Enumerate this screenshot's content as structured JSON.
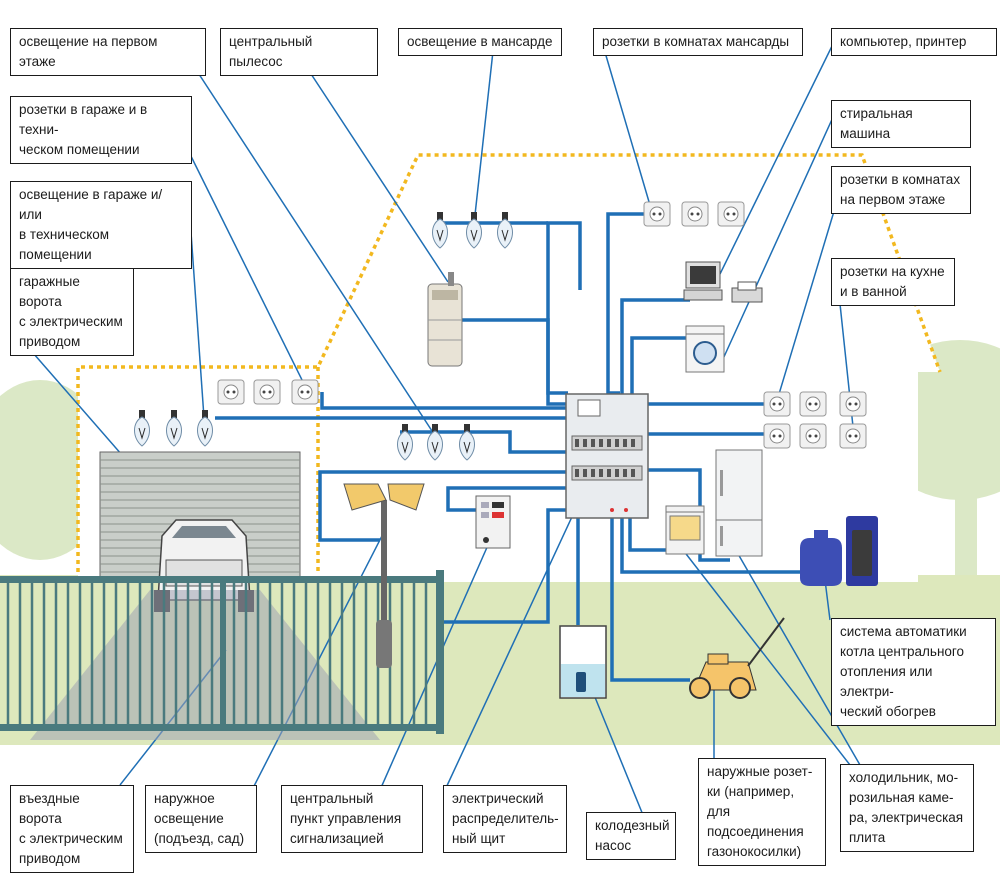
{
  "colors": {
    "wire": "#1f6fb5",
    "house_outline": "#f2b81f",
    "sky": "#ffffff",
    "tree": "#dbe8c6",
    "lawn": "#dde8bc",
    "gate": "#4a7a7e",
    "lamp_shade": "#f2c96b",
    "mower": "#f5c46a",
    "boiler": "#3d4eb5",
    "label_border": "#1b1b1b"
  },
  "labels": {
    "ground_floor_lighting": "освещение на первом этаже",
    "central_vacuum": "центральный пылесос",
    "attic_lighting": "освещение в мансарде",
    "attic_sockets": "розетки в комнатах мансарды",
    "computer_printer": "компьютер, принтер",
    "garage_sockets": "розетки в гараже и в техни-\nческом помещении",
    "washing_machine": "стиральная машина",
    "garage_lighting": "освещение в гараже и/или\nв техническом помещении",
    "ground_floor_sockets": "розетки в комнатах\nна первом этаже",
    "garage_door": "гаражные ворота\nс электрическим\nприводом",
    "kitchen_sockets": "розетки на кухне\nи в ванной",
    "heating_automation": "система автоматики\nкотла центрального\nотопления или электри-\nческий обогрев",
    "entrance_gate": "въездные ворота\nс электрическим\nприводом",
    "outdoor_lighting": "наружное\nосвещение\n(подъезд, сад)",
    "alarm_panel": "центральный\nпункт управления\nсигнализацией",
    "distribution_board": "электрический\nраспределитель-\nный щит",
    "well_pump": "колодезный\nнасос",
    "outdoor_sockets": "наружные розет-\nки (например, для\nподсоединения\nгазонокосилки)",
    "kitchen_appliances": "холодильник, мо-\nрозильная каме-\nра, электрическая\nплита"
  }
}
